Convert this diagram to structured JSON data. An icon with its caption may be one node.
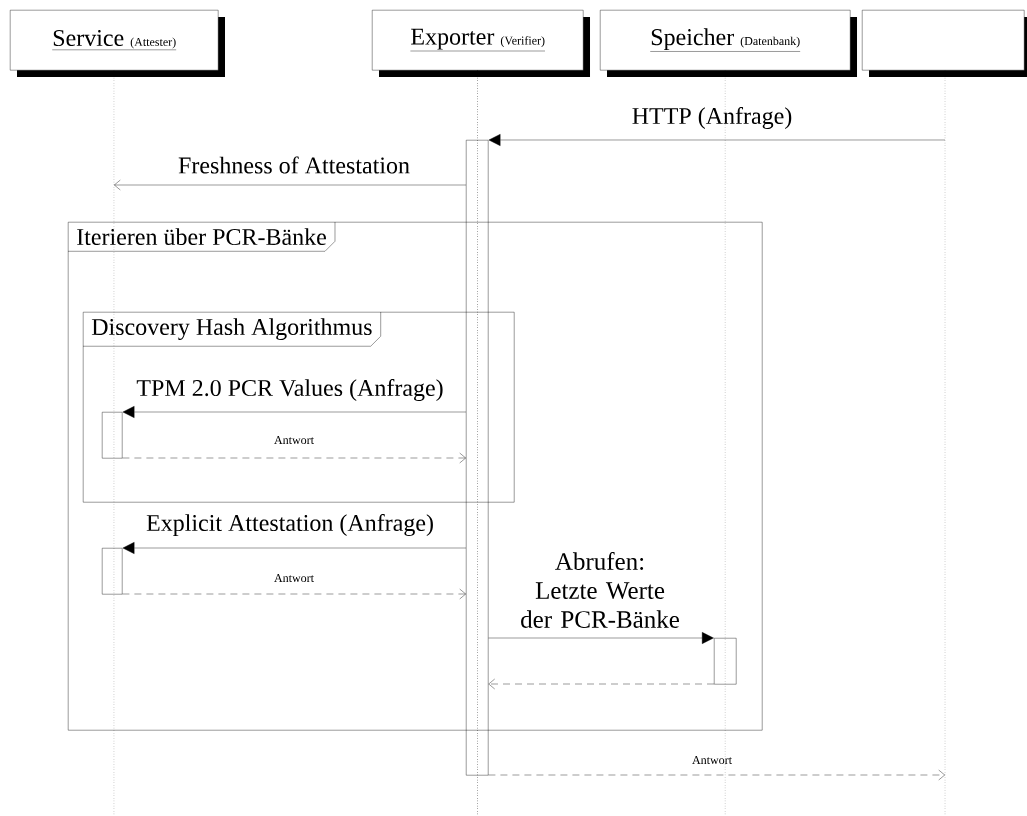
{
  "diagram": {
    "nodes": [
      {
        "text": [
          "Service",
          "(Attester)"
        ]
      },
      {
        "text": [
          "Exporter",
          "(Verifier)"
        ]
      },
      {
        "text": [
          "Speicher",
          "(Datenbank)"
        ]
      },
      {
        "text": [],
        "shape": "box"
      },
      {
        "text": [],
        "shape": "line"
      },
      {
        "text": [],
        "shape": "line"
      },
      {
        "text": [],
        "shape": "line"
      },
      {
        "text": [],
        "shape": "line"
      },
      {
        "text": [],
        "shape": "bar"
      },
      {
        "text": [
          "Iterieren über PCR-Bänke"
        ]
      },
      {
        "text": [
          "Discovery Hash Algorithmus"
        ],
        "in": 9
      },
      {
        "text": [],
        "shape": "bar",
        "in": 10
      },
      {
        "text": [],
        "shape": "bar",
        "in": 9
      },
      {
        "text": [],
        "shape": "bar",
        "in": 9
      }
    ],
    "edges": [
      {
        "from": 7,
        "to": 8,
        "arrow": "to",
        "label": "HTTP (Anfrage)"
      },
      {
        "from": 8,
        "to": 4,
        "arrow": "to",
        "label": "Freshness of Attestation"
      },
      {
        "from": 8,
        "to": 11,
        "arrow": "to",
        "label": "TPM 2.0 PCR Values (Anfrage)"
      },
      {
        "from": 11,
        "to": 8,
        "arrow": "to",
        "label": "Antwort",
        "style": "dashed"
      },
      {
        "from": 8,
        "to": 12,
        "arrow": "to",
        "label": "Explicit Attestation (Anfrage)"
      },
      {
        "from": 12,
        "to": 8,
        "arrow": "to",
        "label": "Antwort",
        "style": "dashed"
      },
      {
        "from": 8,
        "to": 13,
        "arrow": "to",
        "label": "Abrufen: Letzte Werte der PCR-Bänke"
      },
      {
        "from": 13,
        "to": 8,
        "arrow": "to",
        "style": "dashed"
      },
      {
        "from": 8,
        "to": 7,
        "arrow": "to",
        "label": "Antwort",
        "style": "dashed"
      }
    ]
  }
}
